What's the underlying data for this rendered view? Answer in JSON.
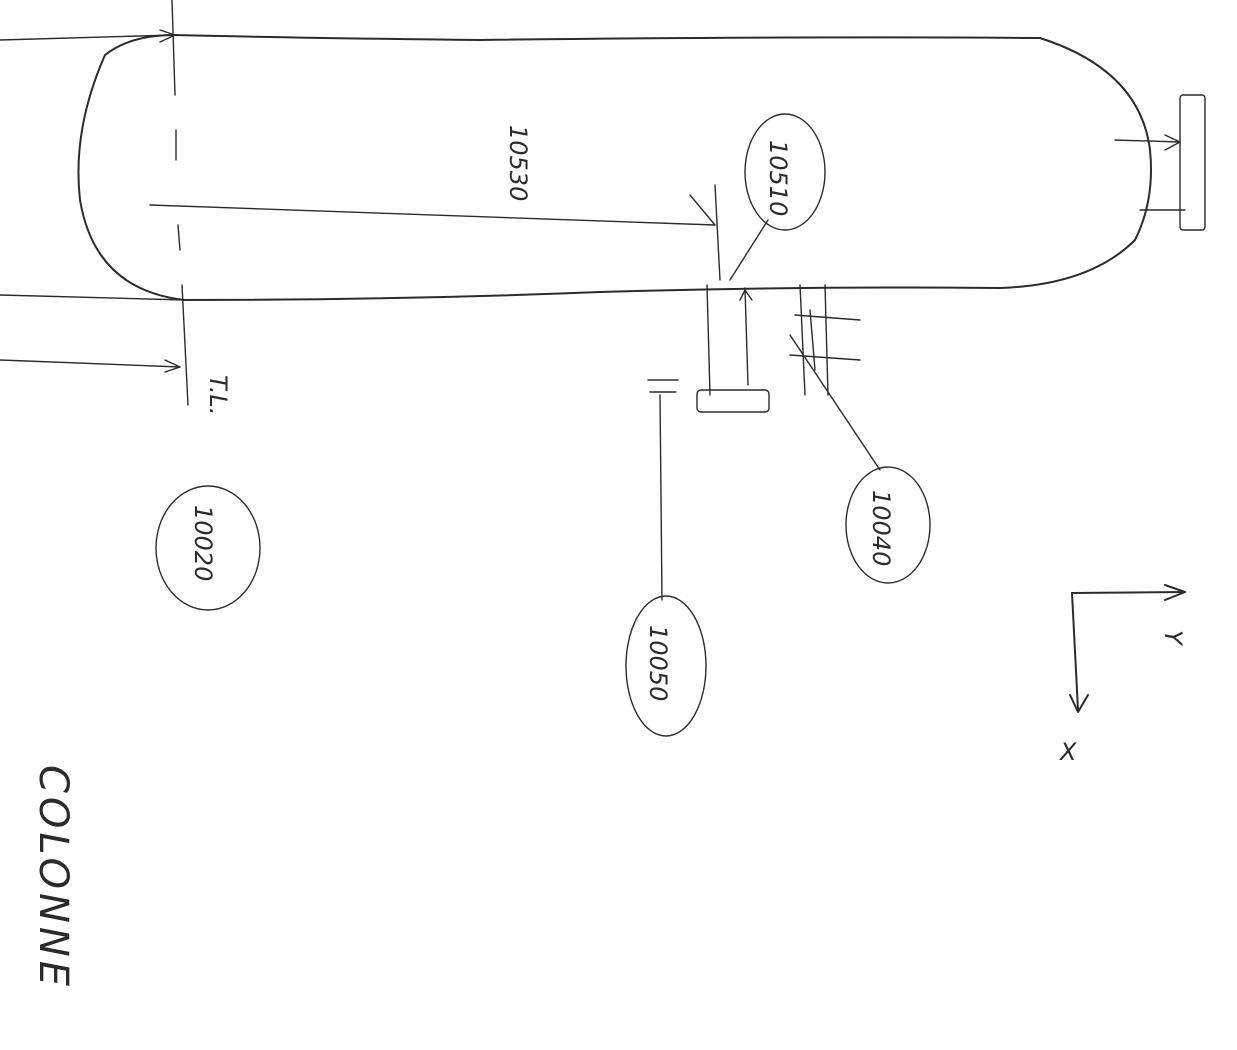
{
  "sketch": {
    "title": "COLONNE",
    "tangent_line_label": "T.L.",
    "tags": {
      "vessel_body": "10530",
      "upper_nozzle": "10510",
      "tangent_line": "10020",
      "mid_nozzle": "10040",
      "flange": "10050"
    },
    "axes": {
      "x_label": "X",
      "y_label": "Y"
    }
  }
}
